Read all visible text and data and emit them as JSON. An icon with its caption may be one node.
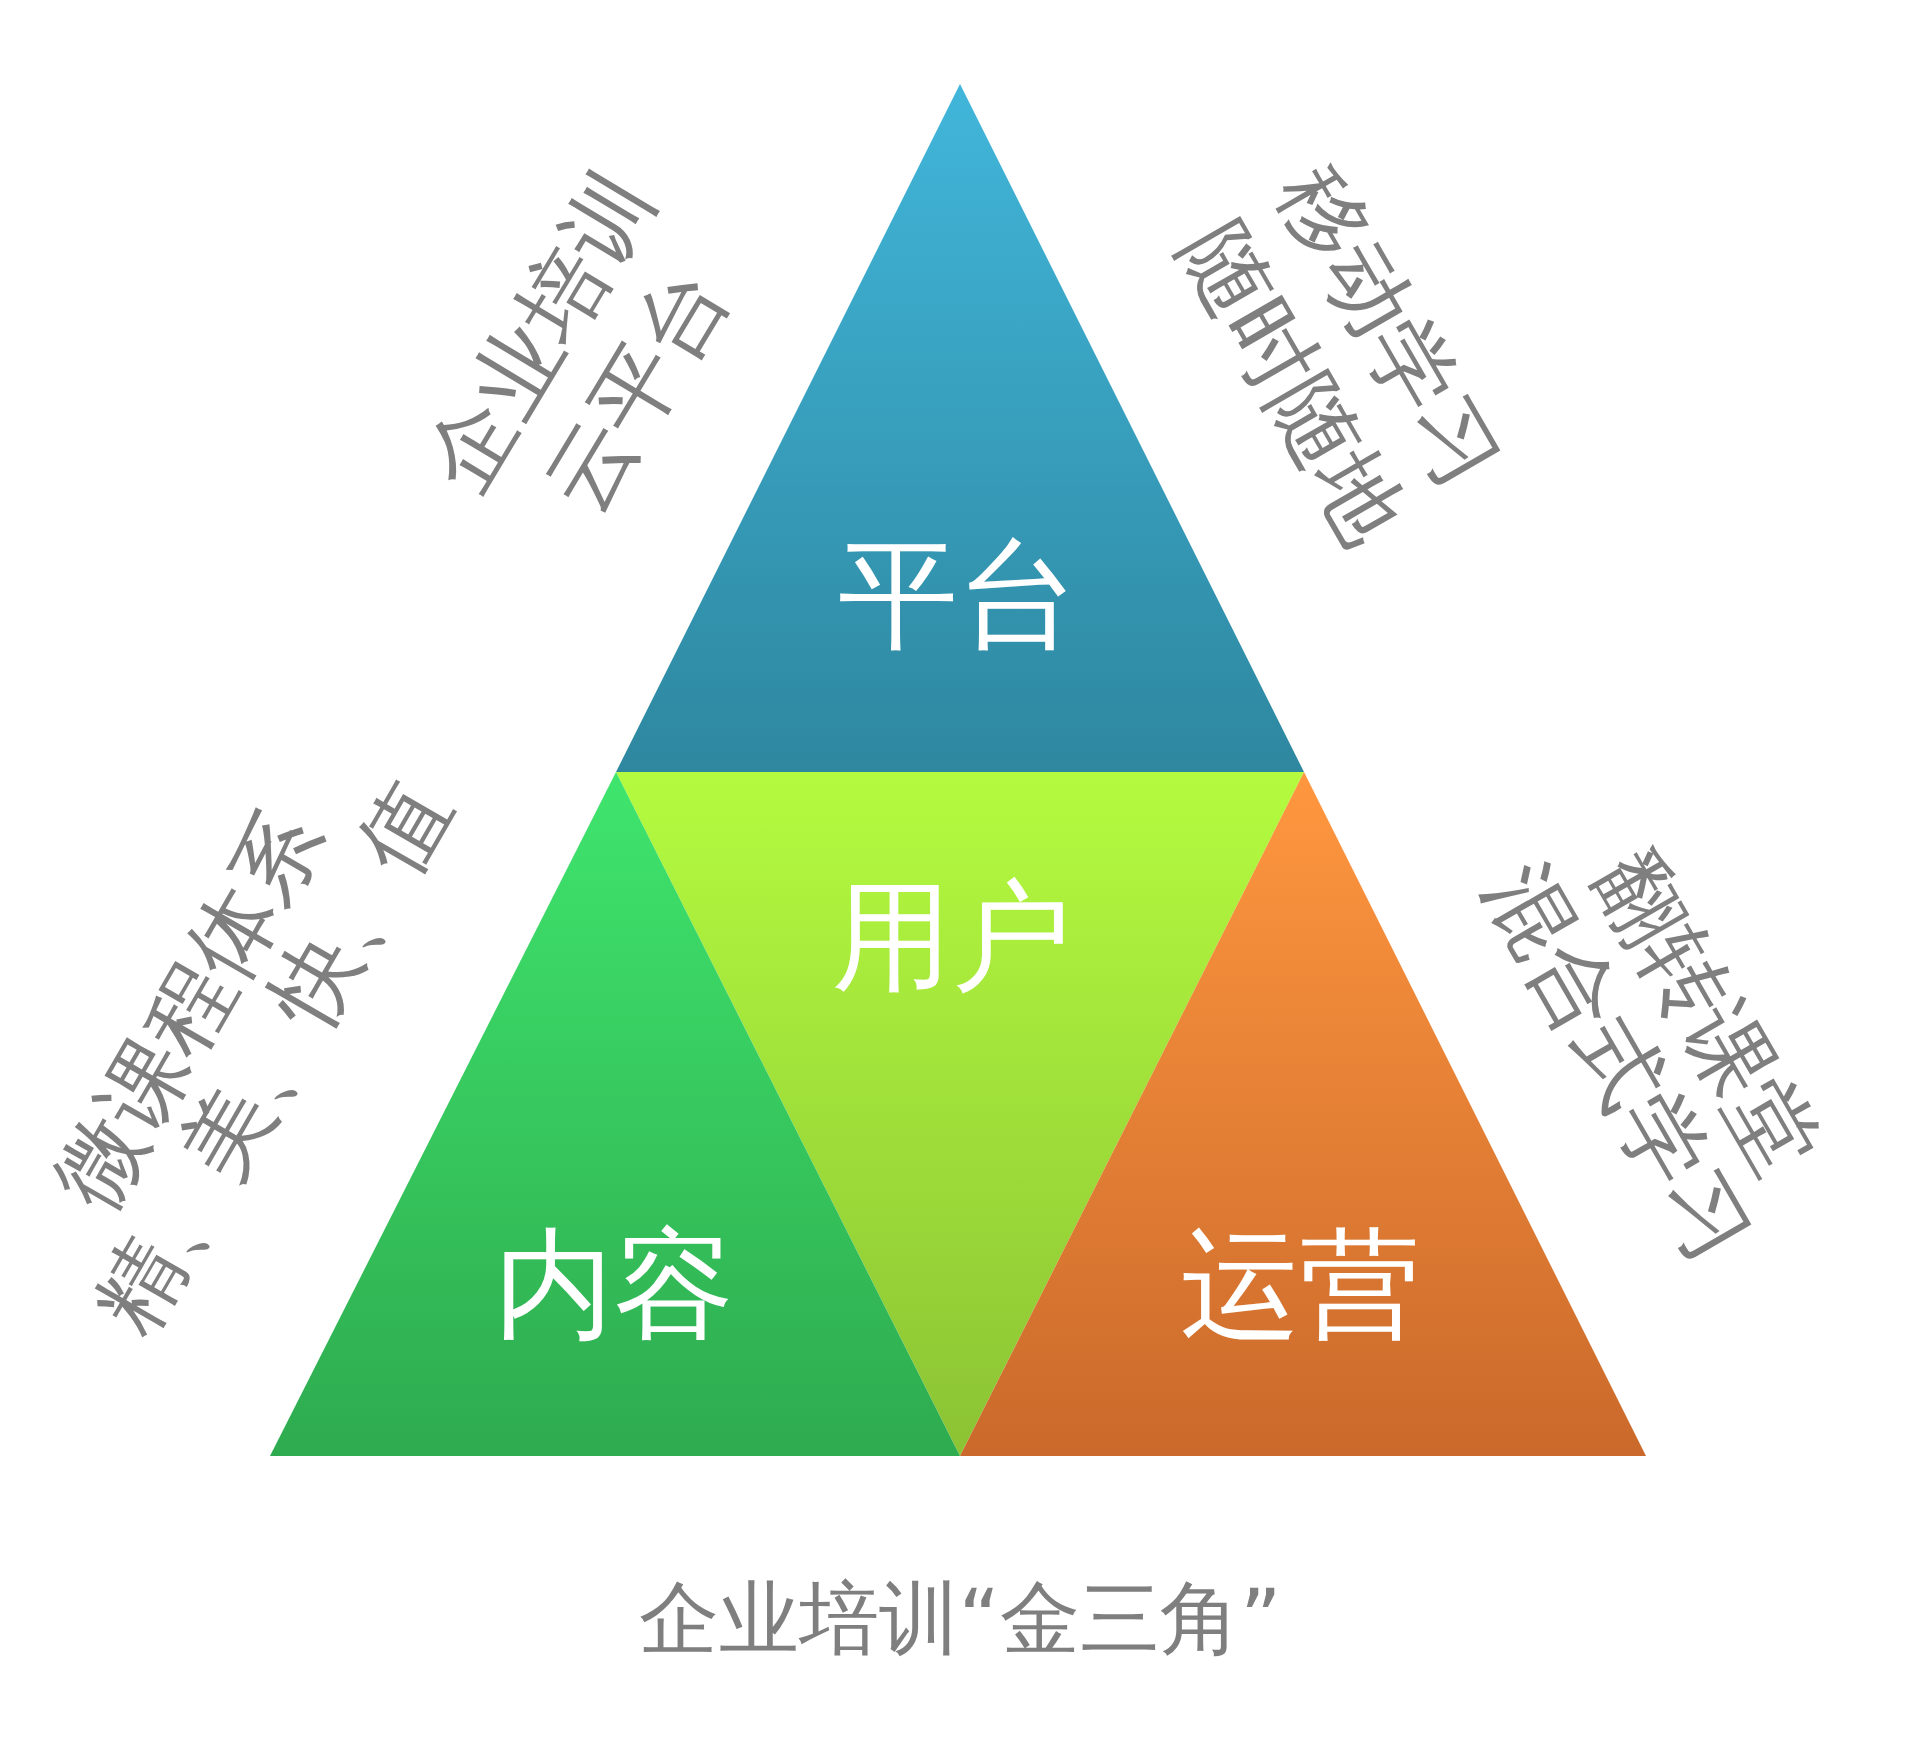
{
  "diagram": {
    "caption": "企业培训“金三角”",
    "nodes": [
      {
        "text": [
          "平台"
        ],
        "beside": [
          "企业培训",
          "云平台",
          "移动学习",
          "随时随地"
        ]
      },
      {
        "text": [
          "用户"
        ]
      },
      {
        "text": [
          "内容"
        ],
        "beside": [
          "微课程体系",
          "精、美、快、值"
        ]
      },
      {
        "text": [
          "运营"
        ],
        "beside": [
          "翻转课堂",
          "混合式学习"
        ]
      }
    ]
  }
}
